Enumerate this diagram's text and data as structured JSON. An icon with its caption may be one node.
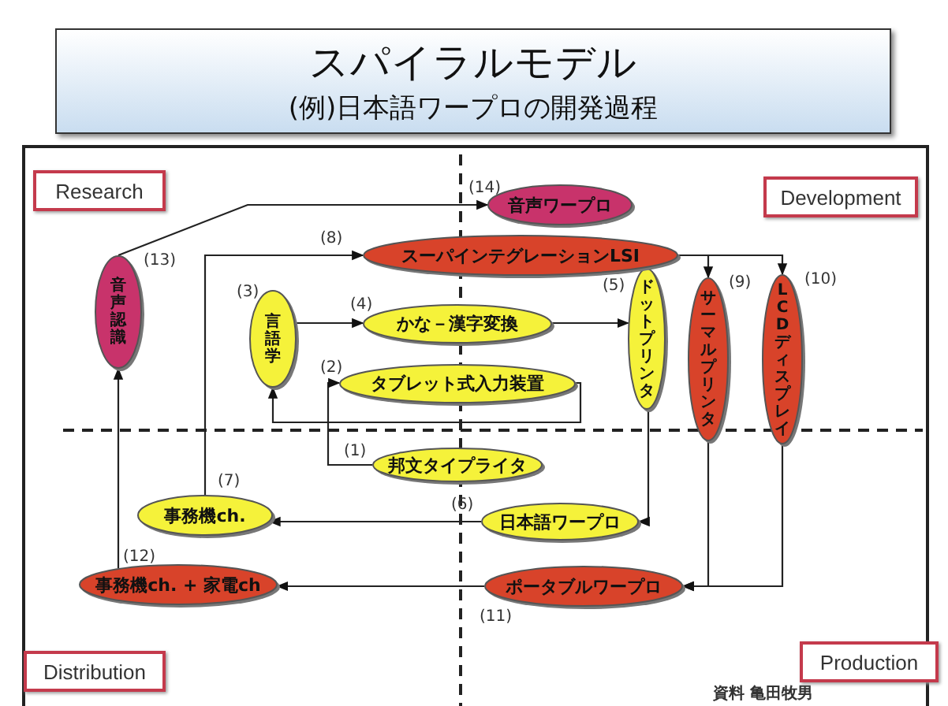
{
  "diagram": {
    "title": "スパイラルモデル",
    "nodes": [
      {
        "text": [
          "Research"
        ]
      },
      {
        "text": [
          "Development"
        ]
      },
      {
        "text": [
          "Distribution"
        ]
      },
      {
        "text": [
          "Production"
        ]
      },
      {
        "text": [
          "邦文タイプライタ"
        ],
        "beside": [
          "(1)"
        ]
      },
      {
        "text": [
          "タブレット式入力装置"
        ],
        "beside": [
          "(2)"
        ]
      },
      {
        "text": [
          "言語学"
        ],
        "beside": [
          "(3)"
        ]
      },
      {
        "text": [
          "かな－漢字変換"
        ],
        "beside": [
          "(4)"
        ]
      },
      {
        "text": [
          "ドットプリンタ"
        ],
        "beside": [
          "(5)"
        ]
      },
      {
        "text": [
          "日本語ワープロ"
        ],
        "beside": [
          "(6)"
        ]
      },
      {
        "text": [
          "事務機ch."
        ],
        "beside": [
          "(7)"
        ]
      },
      {
        "text": [
          "スーパインテグレーションLSI"
        ],
        "beside": [
          "(8)"
        ]
      },
      {
        "text": [
          "サーマルプリンタ"
        ],
        "beside": [
          "(9)"
        ]
      },
      {
        "text": [
          "LCDディスプレイ"
        ],
        "beside": [
          "(10)"
        ]
      },
      {
        "text": [
          "ポータブルワープロ"
        ],
        "beside": [
          "(11)"
        ]
      },
      {
        "text": [
          "事務機ch. + 家電ch"
        ],
        "beside": [
          "(12)"
        ]
      },
      {
        "text": [
          "音声認識"
        ],
        "beside": [
          "(13)"
        ]
      },
      {
        "text": [
          "音声ワープロ"
        ],
        "beside": [
          "(14)"
        ]
      }
    ],
    "edges": [
      {
        "from": 4,
        "to": 5,
        "arrow": "to"
      },
      {
        "from": 5,
        "to": 6,
        "arrow": "to"
      },
      {
        "from": 6,
        "to": 7,
        "arrow": "to"
      },
      {
        "from": 7,
        "to": 8,
        "arrow": "to"
      },
      {
        "from": 8,
        "to": 9,
        "arrow": "to"
      },
      {
        "from": 9,
        "to": 10,
        "arrow": "to"
      },
      {
        "from": 10,
        "to": 11,
        "arrow": "to"
      },
      {
        "from": 11,
        "to": 12,
        "arrow": "to"
      },
      {
        "from": 11,
        "to": 13,
        "arrow": "to"
      },
      {
        "from": 12,
        "to": 14,
        "arrow": "to"
      },
      {
        "from": 13,
        "to": 14,
        "arrow": "to"
      },
      {
        "from": 14,
        "to": 15,
        "arrow": "to"
      },
      {
        "from": 15,
        "to": 16,
        "arrow": "to"
      },
      {
        "from": 16,
        "to": 17,
        "arrow": "to"
      }
    ],
    "labels": [
      "(例)日本語ワープロの開発過程",
      "資料 亀田牧男"
    ]
  }
}
